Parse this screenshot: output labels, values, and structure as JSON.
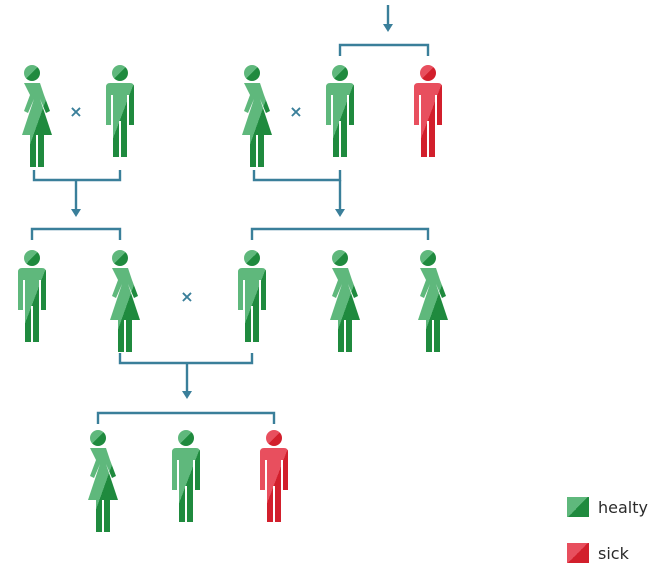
{
  "colors": {
    "healthy_dark": "#1f8a3e",
    "healthy_light": "#5fb87c",
    "sick_dark": "#d21f2c",
    "sick_light": "#e84f5e",
    "connector": "#3a7f9a",
    "cross": "#3a7f9a"
  },
  "legend": {
    "healthy_label": "healty",
    "sick_label": "sick"
  },
  "generations": [
    {
      "group_left": [
        {
          "sex": "female",
          "status": "healthy"
        },
        {
          "sex": "male",
          "status": "healthy"
        }
      ],
      "group_right": [
        {
          "sex": "female",
          "status": "healthy"
        },
        {
          "sex": "male",
          "status": "healthy"
        },
        {
          "sex": "male",
          "status": "sick"
        }
      ]
    },
    {
      "members": [
        {
          "sex": "male",
          "status": "healthy"
        },
        {
          "sex": "female",
          "status": "healthy"
        },
        {
          "sex": "male",
          "status": "healthy"
        },
        {
          "sex": "female",
          "status": "healthy"
        },
        {
          "sex": "female",
          "status": "healthy"
        }
      ]
    },
    {
      "members": [
        {
          "sex": "female",
          "status": "healthy"
        },
        {
          "sex": "male",
          "status": "healthy"
        },
        {
          "sex": "male",
          "status": "sick"
        }
      ]
    }
  ],
  "symbols": {
    "cross": "×"
  }
}
